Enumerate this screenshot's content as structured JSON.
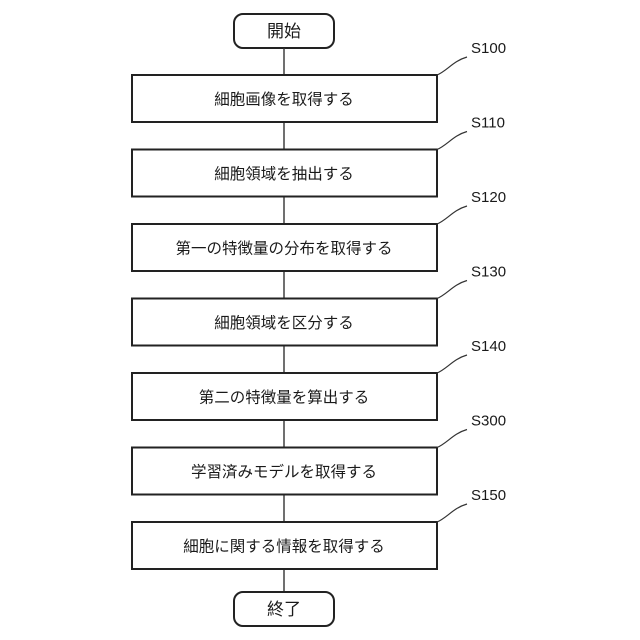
{
  "flowchart": {
    "start_label": "開始",
    "end_label": "終了",
    "steps": [
      {
        "id": "S100",
        "text": "細胞画像を取得する"
      },
      {
        "id": "S110",
        "text": "細胞領域を抽出する"
      },
      {
        "id": "S120",
        "text": "第一の特徴量の分布を取得する"
      },
      {
        "id": "S130",
        "text": "細胞領域を区分する"
      },
      {
        "id": "S140",
        "text": "第二の特徴量を算出する"
      },
      {
        "id": "S300",
        "text": "学習済みモデルを取得する"
      },
      {
        "id": "S150",
        "text": "細胞に関する情報を取得する"
      }
    ]
  }
}
